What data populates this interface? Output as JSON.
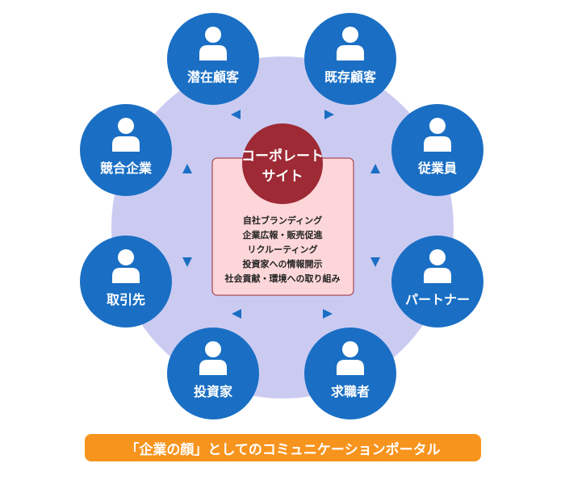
{
  "hub": {
    "title_line1": "コーポレート",
    "title_line2": "サイト",
    "services": [
      "自社ブランディング",
      "企業広報・販売促進",
      "リクルーティング",
      "投資家への情報開示",
      "社会貢献・環境への取り組み"
    ]
  },
  "stakeholders": [
    {
      "id": "potential-customers",
      "label": "潜在顧客"
    },
    {
      "id": "existing-customers",
      "label": "既存顧客"
    },
    {
      "id": "employees",
      "label": "従業員"
    },
    {
      "id": "partners",
      "label": "パートナー"
    },
    {
      "id": "job-seekers",
      "label": "求職者"
    },
    {
      "id": "investors",
      "label": "投資家"
    },
    {
      "id": "business-partners",
      "label": "取引先"
    },
    {
      "id": "competitors",
      "label": "競合企業"
    }
  ],
  "banner": {
    "text": "「企業の顔」としてのコミュニケーションポータル"
  },
  "colors": {
    "node": "#1a6fc4",
    "ring": "#cbcbf2",
    "hub": "#9e2a35",
    "panel": "#fcd6d8",
    "panel_border": "#9e2a35",
    "arrow": "#1a6fc4",
    "banner": "#f7941e"
  }
}
